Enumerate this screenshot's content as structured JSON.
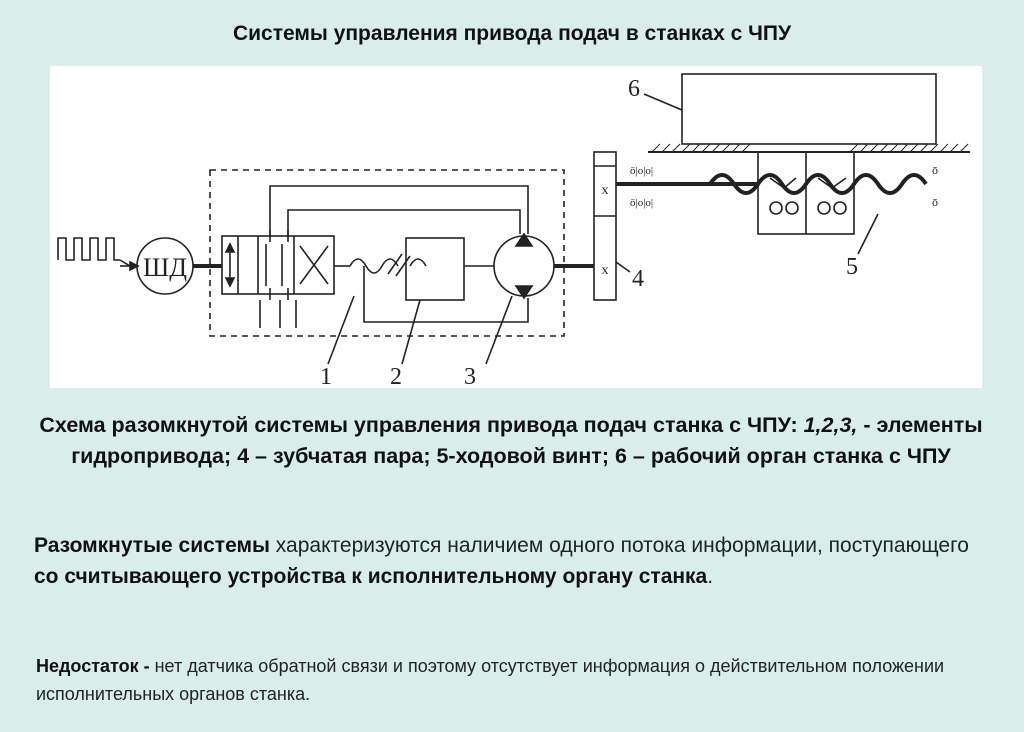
{
  "title": "Системы управления привода подач в станках с ЧПУ",
  "diagram": {
    "motor_label": "ШД",
    "labels": {
      "n1": "1",
      "n2": "2",
      "n3": "3",
      "n4": "4",
      "n5": "5",
      "n6": "6"
    }
  },
  "caption": {
    "prefix": "Схема разомкнутой системы управления привода подач станка с ЧПУ: ",
    "italic": "1,2,3,",
    "suffix": " - элементы гидропривода; 4 – зубчатая пара; 5-ходовой винт; 6 – рабочий орган станка с ЧПУ"
  },
  "paragraph1": {
    "bold1": "Разомкнутые системы",
    "text1": " характеризуются наличием одного потока информации, поступающего ",
    "bold2": "со считывающего устройства к исполнительному органу станка",
    "text2": "."
  },
  "paragraph2": {
    "bold": " Недостаток -",
    "text": " нет датчика обратной связи и поэтому отсутствует информация о действительном положении исполнительных органов станка."
  }
}
